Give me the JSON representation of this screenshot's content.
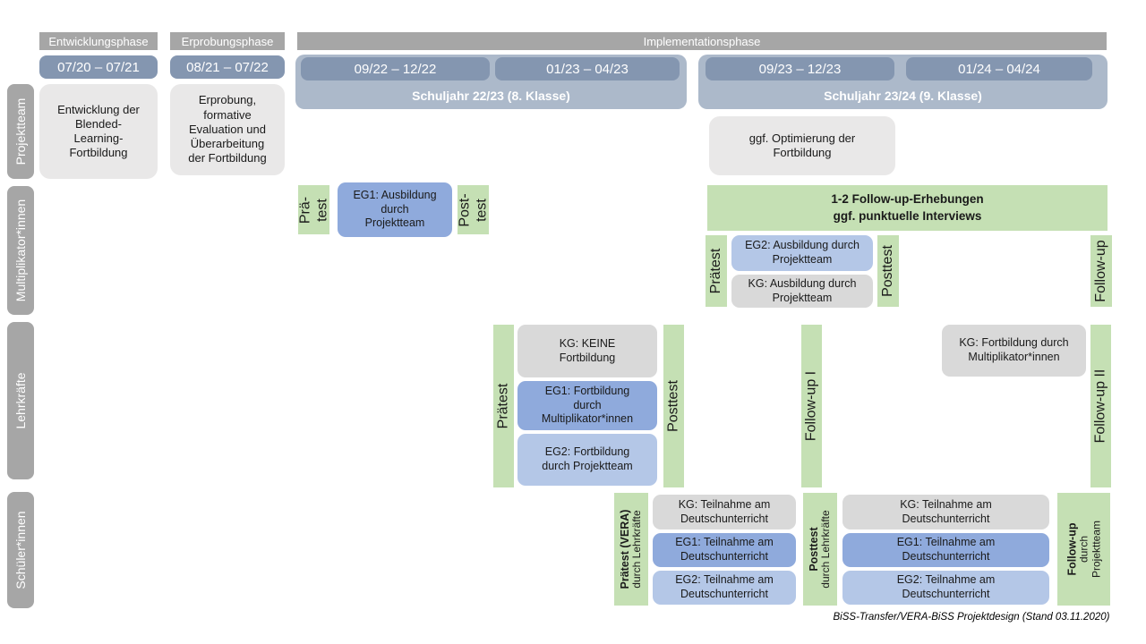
{
  "caption": "BiSS-Transfer/VERA-BiSS Projektdesign (Stand 03.11.2020)",
  "phases": {
    "entwicklung": "Entwicklungsphase",
    "erprobung": "Erprobungsphase",
    "implementation": "Implementationsphase"
  },
  "timeline": {
    "d_0720_0721": "07/20 – 07/21",
    "d_0821_0722": "08/21 – 07/22",
    "d_0922_1222": "09/22 – 12/22",
    "d_0123_0423": "01/23 – 04/23",
    "d_0923_1223": "09/23 – 12/23",
    "d_0124_0424": "01/24 – 04/24",
    "sy_2223": "Schuljahr 22/23 (8. Klasse)",
    "sy_2324": "Schuljahr 23/24 (9. Klasse)"
  },
  "row_labels": {
    "projektteam": "Projektteam",
    "multiplikatoren": "Multiplikator*innen",
    "lehrkraefte": "Lehrkräfte",
    "schueler": "Schüler*innen"
  },
  "projektteam": {
    "entwicklung_box": "Entwicklung der\nBlended-\nLearning-\nFortbildung",
    "erprobung_box": "Erprobung,\nformative\nEvaluation und\nÜberarbeitung\nder Fortbildung",
    "optimierung_box": "ggf. Optimierung der\nFortbildung"
  },
  "multiplikatoren": {
    "praetest_1": "Prä-\ntest",
    "eg1_ausbildung": "EG1: Ausbildung\ndurch\nProjektteam",
    "posttest_1": "Post-\ntest",
    "followup_erhebungen": "1-2 Follow-up-Erhebungen\nggf. punktuelle Interviews",
    "praetest_2": "Prätest",
    "eg2_ausbildung": "EG2: Ausbildung durch\nProjektteam",
    "kg_ausbildung": "KG: Ausbildung durch\nProjektteam",
    "posttest_2": "Posttest",
    "followup": "Follow-up"
  },
  "lehrkraefte": {
    "praetest": "Prätest",
    "kg_keine": "KG: KEINE\nFortbildung",
    "eg1_fortbildung": "EG1: Fortbildung\ndurch\nMultiplikator*innen",
    "eg2_fortbildung": "EG2: Fortbildung\ndurch Projektteam",
    "posttest": "Posttest",
    "followup_1": "Follow-up I",
    "kg_fortbildung": "KG: Fortbildung durch\nMultiplikator*innen",
    "followup_2": "Follow-up II"
  },
  "schueler": {
    "praetest_title": "Prätest (VERA)",
    "praetest_sub": "durch Lehrkräfte",
    "kg_teilnahme_1": "KG: Teilnahme am\nDeutschunterricht",
    "eg1_teilnahme_1": "EG1: Teilnahme am\nDeutschunterricht",
    "eg2_teilnahme_1": "EG2: Teilnahme am\nDeutschunterricht",
    "posttest_title": "Posttest",
    "posttest_sub": "durch Lehrkräfte",
    "kg_teilnahme_2": "KG: Teilnahme am\nDeutschunterricht",
    "eg1_teilnahme_2": "EG1: Teilnahme am\nDeutschunterricht",
    "eg2_teilnahme_2": "EG2: Teilnahme am\nDeutschunterricht",
    "followup_title": "Follow-up",
    "followup_sub": "durch\nProjektteam"
  },
  "colors": {
    "phase_bar": "#a6a6a6",
    "date_pill": "#8496b0",
    "school_year": "#acb9ca",
    "light_gray_box": "#e9e8e8",
    "kg_gray_box": "#d9d9d9",
    "eg1_blue": "#8faadc",
    "eg2_blue": "#b4c7e7",
    "green": "#c5e0b4"
  }
}
